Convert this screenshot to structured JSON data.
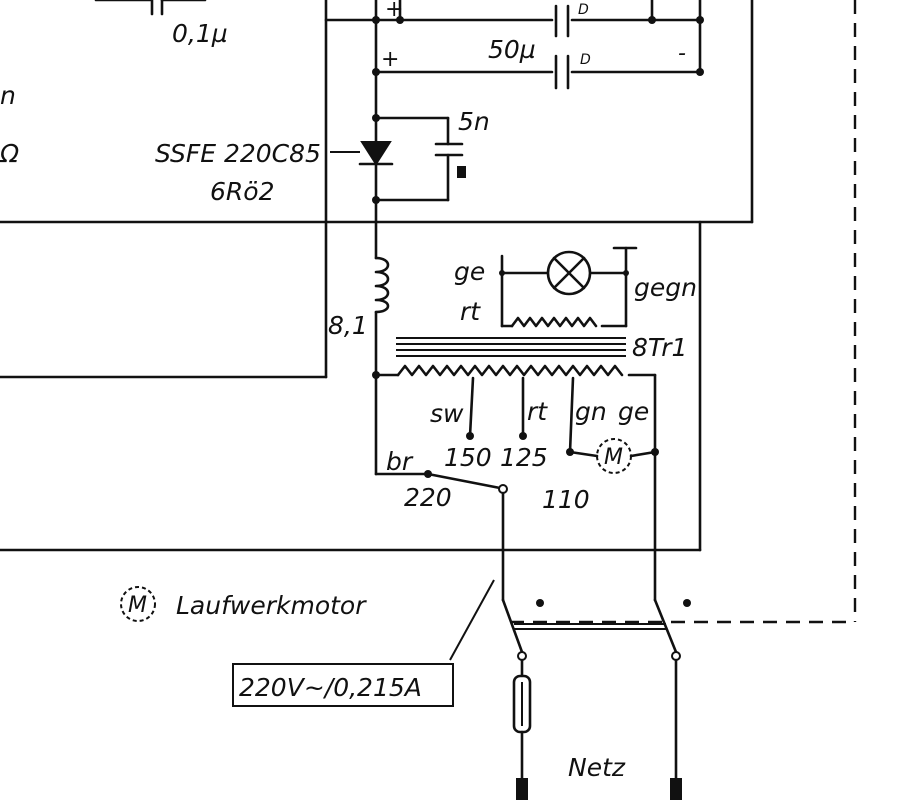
{
  "labels": {
    "cap_01": "0,1µ",
    "cap_50": "50µ",
    "cap_5n": "5n",
    "rectifier_type": "SSFE 220C85",
    "rectifier_id": "6Rö2",
    "choke_id": "8,1",
    "transformer_id": "8Tr1",
    "lamp_wire_left": "ge",
    "lamp_wire_left2": "rt",
    "lamp_wire_right": "gegn",
    "tap_sw": "sw",
    "tap_rt": "rt",
    "tap_gn": "gn",
    "tap_ge": "ge",
    "tap_150": "150",
    "tap_125": "125",
    "tap_110": "110",
    "tap_220": "220",
    "tap_br": "br",
    "motor_symbol": "M",
    "motor_legend": "Laufwerkmotor",
    "rating": "220V~/0,215A",
    "mains": "Netz",
    "edge_left_1": "n",
    "edge_left_2": "Ω",
    "plus_1": "+",
    "plus_2": "+",
    "minus_1": "-"
  }
}
